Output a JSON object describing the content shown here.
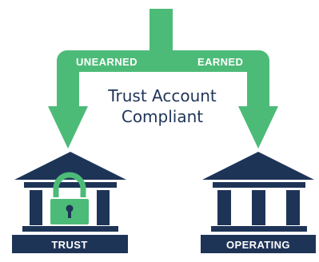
{
  "flow": {
    "left_branch_label": "UNEARNED",
    "right_branch_label": "EARNED"
  },
  "center_title": {
    "line1": "Trust Account",
    "line2": "Compliant"
  },
  "banks": {
    "trust_label": "TRUST",
    "operating_label": "OPERATING"
  },
  "colors": {
    "arrow_green": "#4dbb78",
    "navy": "#1e3457",
    "white": "#ffffff"
  },
  "icons": {
    "trust_bank": "bank-building-icon",
    "lock": "padlock-icon",
    "operating_bank": "bank-building-icon"
  }
}
